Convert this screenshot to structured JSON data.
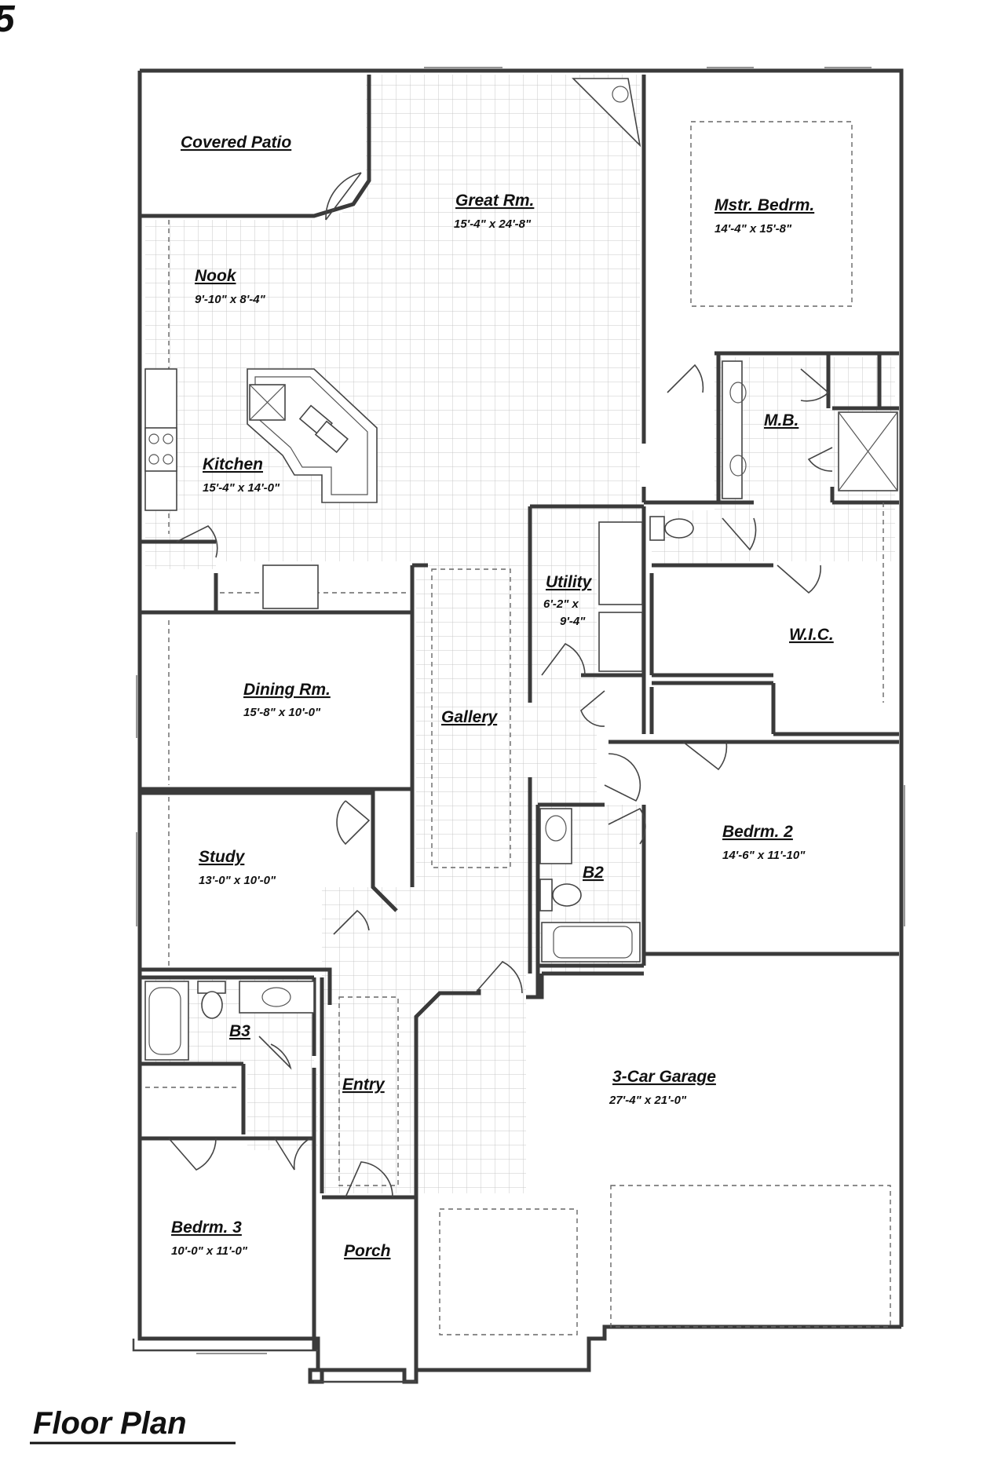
{
  "page_number": "5",
  "plan_title": "Floor Plan",
  "rooms": {
    "covered_patio": {
      "name": "Covered Patio",
      "dims": ""
    },
    "great_room": {
      "name": "Great Rm.",
      "dims": "15'-4\" x 24'-8\""
    },
    "master_bedroom": {
      "name": "Mstr. Bedrm.",
      "dims": "14'-4\" x 15'-8\""
    },
    "nook": {
      "name": "Nook",
      "dims": "9'-10\" x 8'-4\""
    },
    "kitchen": {
      "name": "Kitchen",
      "dims": "15'-4\" x 14'-0\""
    },
    "master_bath": {
      "name": "M.B.",
      "dims": ""
    },
    "utility": {
      "name": "Utility",
      "dims": "6'-2\" x",
      "dims2": "9'-4\""
    },
    "wic": {
      "name": "W.I.C.",
      "dims": ""
    },
    "dining_room": {
      "name": "Dining Rm.",
      "dims": "15'-8\" x 10'-0\""
    },
    "gallery": {
      "name": "Gallery",
      "dims": ""
    },
    "study": {
      "name": "Study",
      "dims": "13'-0\" x 10'-0\""
    },
    "bath_2": {
      "name": "B2",
      "dims": ""
    },
    "bedroom_2": {
      "name": "Bedrm. 2",
      "dims": "14'-6\" x 11'-10\""
    },
    "bath_3": {
      "name": "B3",
      "dims": ""
    },
    "entry": {
      "name": "Entry",
      "dims": ""
    },
    "garage": {
      "name": "3-Car Garage",
      "dims": "27'-4\" x 21'-0\""
    },
    "bedroom_3": {
      "name": "Bedrm. 3",
      "dims": "10'-0\" x 11'-0\""
    },
    "porch": {
      "name": "Porch",
      "dims": ""
    }
  }
}
